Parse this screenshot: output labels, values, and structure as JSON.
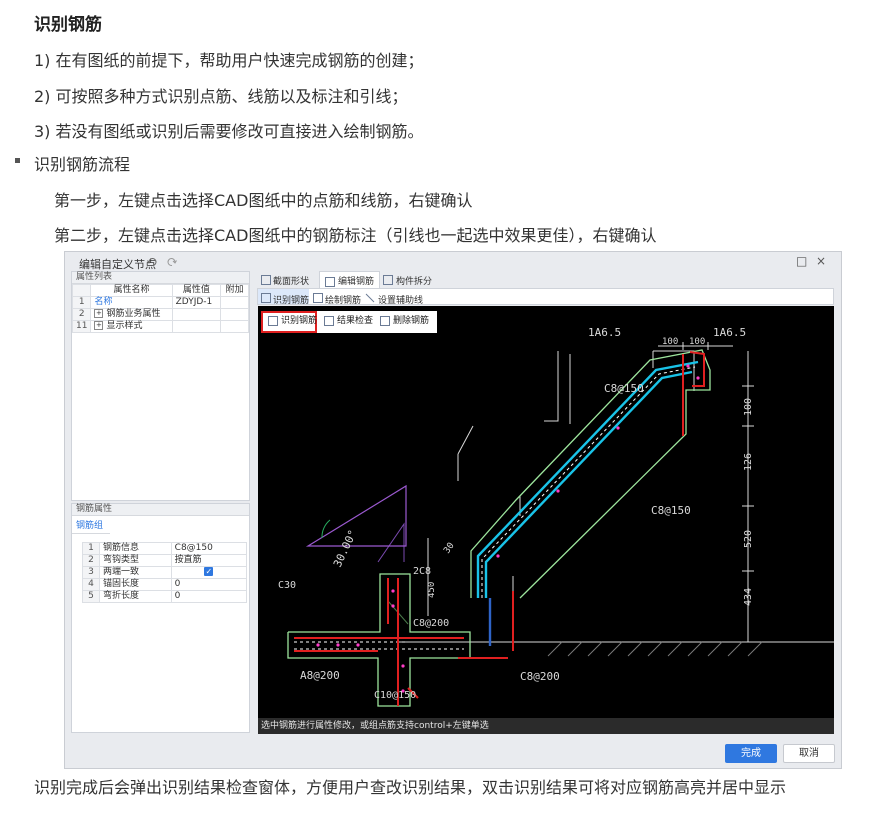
{
  "doc": {
    "title": "识别钢筋",
    "lines": [
      "1) 在有图纸的前提下，帮助用户快速完成钢筋的创建；",
      "2) 可按照多种方式识别点筋、线筋以及标注和引线；",
      "3) 若没有图纸或识别后需要修改可直接进入绘制钢筋。"
    ],
    "bullet_heading": "识别钢筋流程",
    "steps": [
      "第一步，左键点击选择CAD图纸中的点筋和线筋，右键确认",
      "第二步，左键点击选择CAD图纸中的钢筋标注（引线也一起选中效果更佳），右键确认"
    ],
    "footer": "识别完成后会弹出识别结果检查窗体，方便用户查改识别结果，双击识别结果可将对应钢筋高亮并居中显示"
  },
  "window": {
    "title": "编辑自定义节点",
    "undo_icon": "undo-icon",
    "redo_icon": "redo-icon",
    "maximize_glyph": "□",
    "close_glyph": "×",
    "property_list": {
      "header": "属性列表",
      "columns": [
        "属性名称",
        "属性值",
        "附加"
      ],
      "rows": [
        {
          "idx": "1",
          "name": "名称",
          "value": "ZDYJD-1",
          "expand": ""
        },
        {
          "idx": "2",
          "name": "钢筋业务属性",
          "value": "",
          "expand": "+"
        },
        {
          "idx": "11",
          "name": "显示样式",
          "value": "",
          "expand": "+"
        }
      ]
    },
    "rebar_props": {
      "header": "钢筋属性",
      "tab": "钢筋组",
      "rows": [
        {
          "idx": "1",
          "name": "钢筋信息",
          "value": "C8@150"
        },
        {
          "idx": "2",
          "name": "弯钩类型",
          "value": "按直筋"
        },
        {
          "idx": "3",
          "name": "两端一致",
          "value": "",
          "checked": true
        },
        {
          "idx": "4",
          "name": "锚固长度",
          "value": "0"
        },
        {
          "idx": "5",
          "name": "弯折长度",
          "value": "0"
        }
      ]
    },
    "tabs": [
      "截面形状",
      "编辑钢筋",
      "构件拆分"
    ],
    "active_tab": "编辑钢筋",
    "subtabs": [
      "识别钢筋",
      "绘制钢筋",
      "设置辅助线"
    ],
    "tools": [
      "识别钢筋",
      "结果检查",
      "删除钢筋"
    ],
    "status_text": "选中钢筋进行属性修改，或组点筋支持control+左键单选",
    "ok_label": "完成",
    "cancel_label": "取消",
    "colors": {
      "accent": "#2f78e0",
      "highlight": "#e02020",
      "canvas": "#000000"
    }
  },
  "cad": {
    "labels": {
      "a1": "1A6.5",
      "a2": "1A6.5",
      "top_c8": "C8@150",
      "mid_c8": "C8@150",
      "c30": "C30",
      "angle": "30.00°",
      "two_c8": "2C8",
      "c8_200": "C8@200",
      "a8_200": "A8@200",
      "c10_150": "C10@150",
      "c8_200b": "C8@200",
      "dim_100": "100",
      "dim_126": "126",
      "dim_520": "520",
      "dim_434": "434",
      "dim_450": "450",
      "dim_30": "30",
      "dim_100a": "100",
      "dim_100b": "100"
    }
  }
}
